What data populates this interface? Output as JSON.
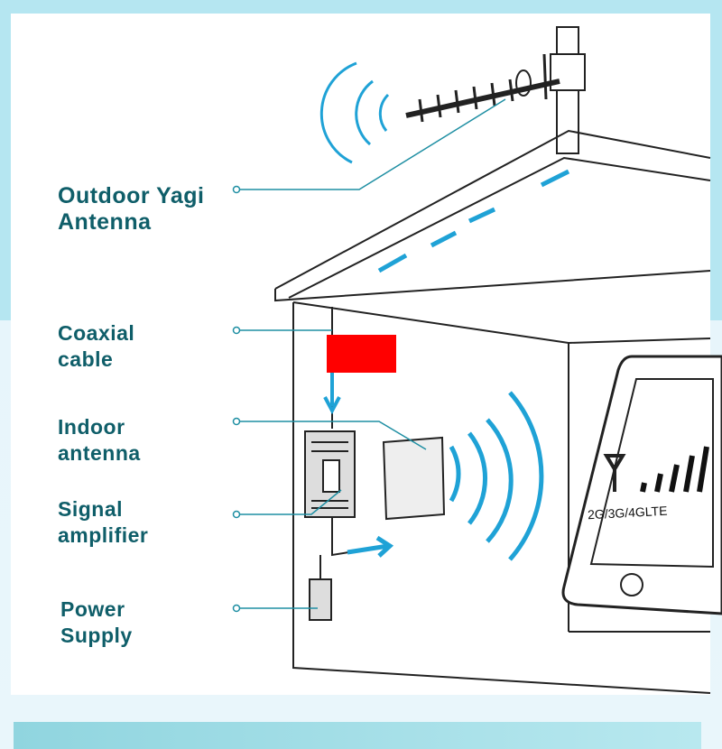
{
  "labels": {
    "outdoor_antenna": [
      "Outdoor Yagi",
      "Antenna"
    ],
    "coaxial_cable": [
      "Coaxial",
      "cable"
    ],
    "indoor_antenna": [
      "Indoor",
      "antenna"
    ],
    "signal_amplifier": [
      "Signal",
      "amplifier"
    ],
    "power_supply": [
      "Power",
      "Supply"
    ]
  },
  "phone": {
    "network_text": "2G/3G/4GLTE"
  },
  "colors": {
    "label": "#0f5e69",
    "signal": "#1fa2d6",
    "redaction": "#ff0000"
  }
}
